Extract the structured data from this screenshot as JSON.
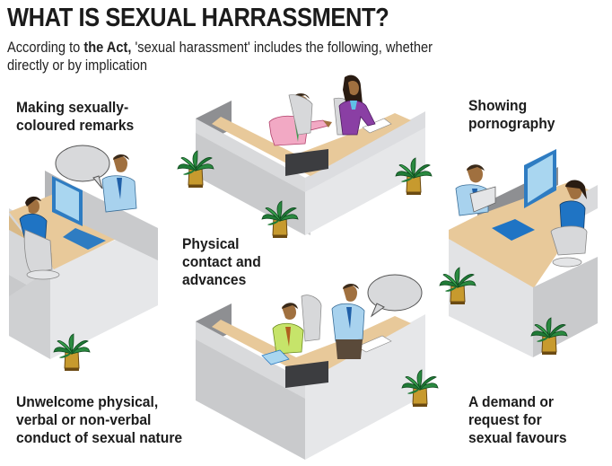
{
  "header": {
    "title": "WHAT IS SEXUAL HARRASSMENT?",
    "subtitle_prefix": "According to ",
    "subtitle_bold": "the Act,",
    "subtitle_rest_line1": " 'sexual harassment' includes the following, whether",
    "subtitle_line2": "directly or by implication"
  },
  "items": [
    {
      "id": "remarks",
      "lines": [
        "Making sexually-",
        "coloured remarks"
      ]
    },
    {
      "id": "pornography",
      "lines": [
        "Showing",
        "pornography"
      ]
    },
    {
      "id": "physical-contact",
      "lines": [
        "Physical",
        "contact and",
        "advances"
      ]
    },
    {
      "id": "unwelcome-conduct",
      "lines": [
        "Unwelcome physical,",
        "verbal or non-verbal",
        "conduct of sexual nature"
      ]
    },
    {
      "id": "favours",
      "lines": [
        "A demand or",
        "request for",
        "sexual favours"
      ]
    }
  ],
  "colors": {
    "cubicle_wall_light": "#e6e7e9",
    "cubicle_wall_mid": "#c9cacc",
    "cubicle_wall_dark": "#8e8f92",
    "desk": "#e8c99a",
    "monitor": "#2e7cc2",
    "monitor_screen": "#a9d6f0",
    "shirt_blue": "#a8d2ee",
    "shirt_pink": "#f2a9c4",
    "shirt_green": "#c6e46a",
    "blouse_purple": "#8a3fa4",
    "top_blue": "#1f74c4",
    "skin": "#a0703f",
    "plant_green": "#1f7a36",
    "pot": "#c79a2e"
  }
}
